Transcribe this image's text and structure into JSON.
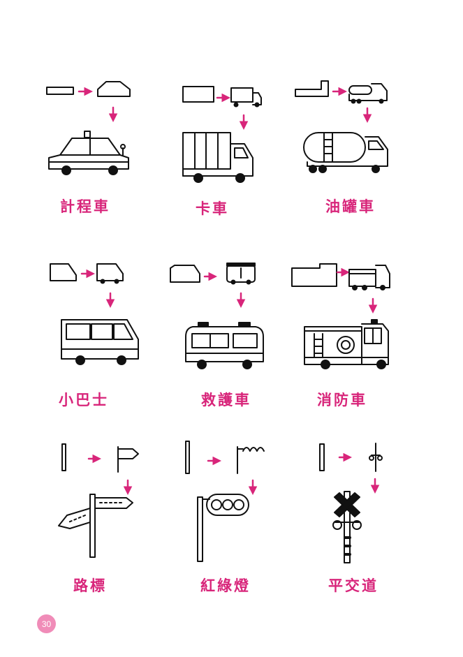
{
  "accent_color": "#d8257a",
  "badge_color": "#f08cb8",
  "page_number": "30",
  "items": [
    {
      "id": "taxi",
      "label": "計程車",
      "icon": "taxi-icon"
    },
    {
      "id": "truck",
      "label": "卡車",
      "icon": "truck-icon"
    },
    {
      "id": "tanker",
      "label": "油罐車",
      "icon": "tanker-truck-icon"
    },
    {
      "id": "minibus",
      "label": "小巴士",
      "icon": "minibus-icon"
    },
    {
      "id": "ambulance",
      "label": "救護車",
      "icon": "ambulance-icon"
    },
    {
      "id": "firetruck",
      "label": "消防車",
      "icon": "fire-truck-icon"
    },
    {
      "id": "signpost",
      "label": "路標",
      "icon": "signpost-icon"
    },
    {
      "id": "trafficlight",
      "label": "紅綠燈",
      "icon": "traffic-light-icon"
    },
    {
      "id": "crossing",
      "label": "平交道",
      "icon": "railroad-crossing-icon"
    }
  ]
}
